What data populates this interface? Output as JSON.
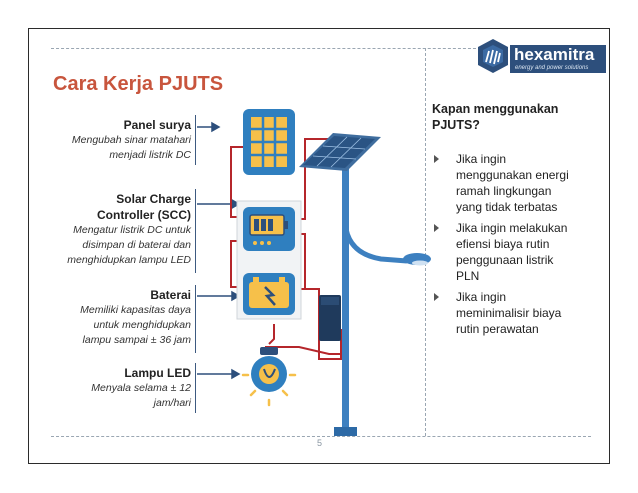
{
  "title": "Cara Kerja PJUTS",
  "components": [
    {
      "heading": "Panel surya",
      "desc_lines": [
        "Mengubah sinar matahari",
        "menjadi listrik DC"
      ]
    },
    {
      "heading_lines": [
        "Solar Charge",
        "Controller (SCC)"
      ],
      "desc_lines": [
        "Mengatur listrik DC untuk",
        "disimpan di baterai dan",
        "menghidupkan lampu LED"
      ]
    },
    {
      "heading": "Baterai",
      "desc_lines": [
        "Memiliki kapasitas daya",
        "untuk menghidupkan",
        "lampu sampai ± 36 jam"
      ]
    },
    {
      "heading": "Lampu LED",
      "desc_lines": [
        "Menyala selama ± 12",
        "jam/hari"
      ]
    }
  ],
  "right": {
    "title_lines": [
      "Kapan menggunakan",
      "PJUTS?"
    ],
    "bullets": [
      [
        "Jika ingin",
        "menggunakan energi",
        "ramah lingkungan",
        "yang tidak terbatas"
      ],
      [
        "Jika ingin melakukan",
        "efiensi biaya rutin",
        "penggunaan listrik",
        "PLN"
      ],
      [
        "Jika ingin",
        "meminimalisir biaya",
        "rutin perawatan"
      ]
    ]
  },
  "logo": {
    "brand": "hexamitra",
    "tagline": "energy and power solutions"
  },
  "page_number": "5",
  "colors": {
    "title": "#c8553d",
    "navy": "#2d4f7c",
    "wire": "#b5262b",
    "icon_bg": "#2f7fbf",
    "yellow": "#f6c04a",
    "pole": "#3d80c0"
  }
}
